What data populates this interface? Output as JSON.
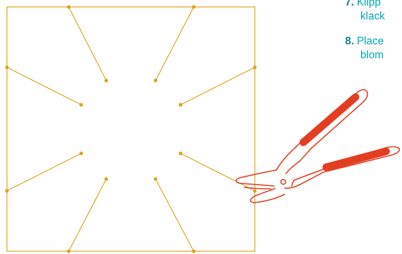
{
  "colors": {
    "cut_lines": "#d9a51c",
    "pliers": "#e33e22",
    "step_text": "#00a7b5",
    "step_number": "#148086"
  },
  "instructions": {
    "steps": [
      {
        "number": "7.",
        "line1": "Klipp",
        "line2": "klack"
      },
      {
        "number": "8.",
        "line1": "Place",
        "line2": "blom"
      }
    ]
  },
  "icons": [
    "pliers-icon"
  ]
}
